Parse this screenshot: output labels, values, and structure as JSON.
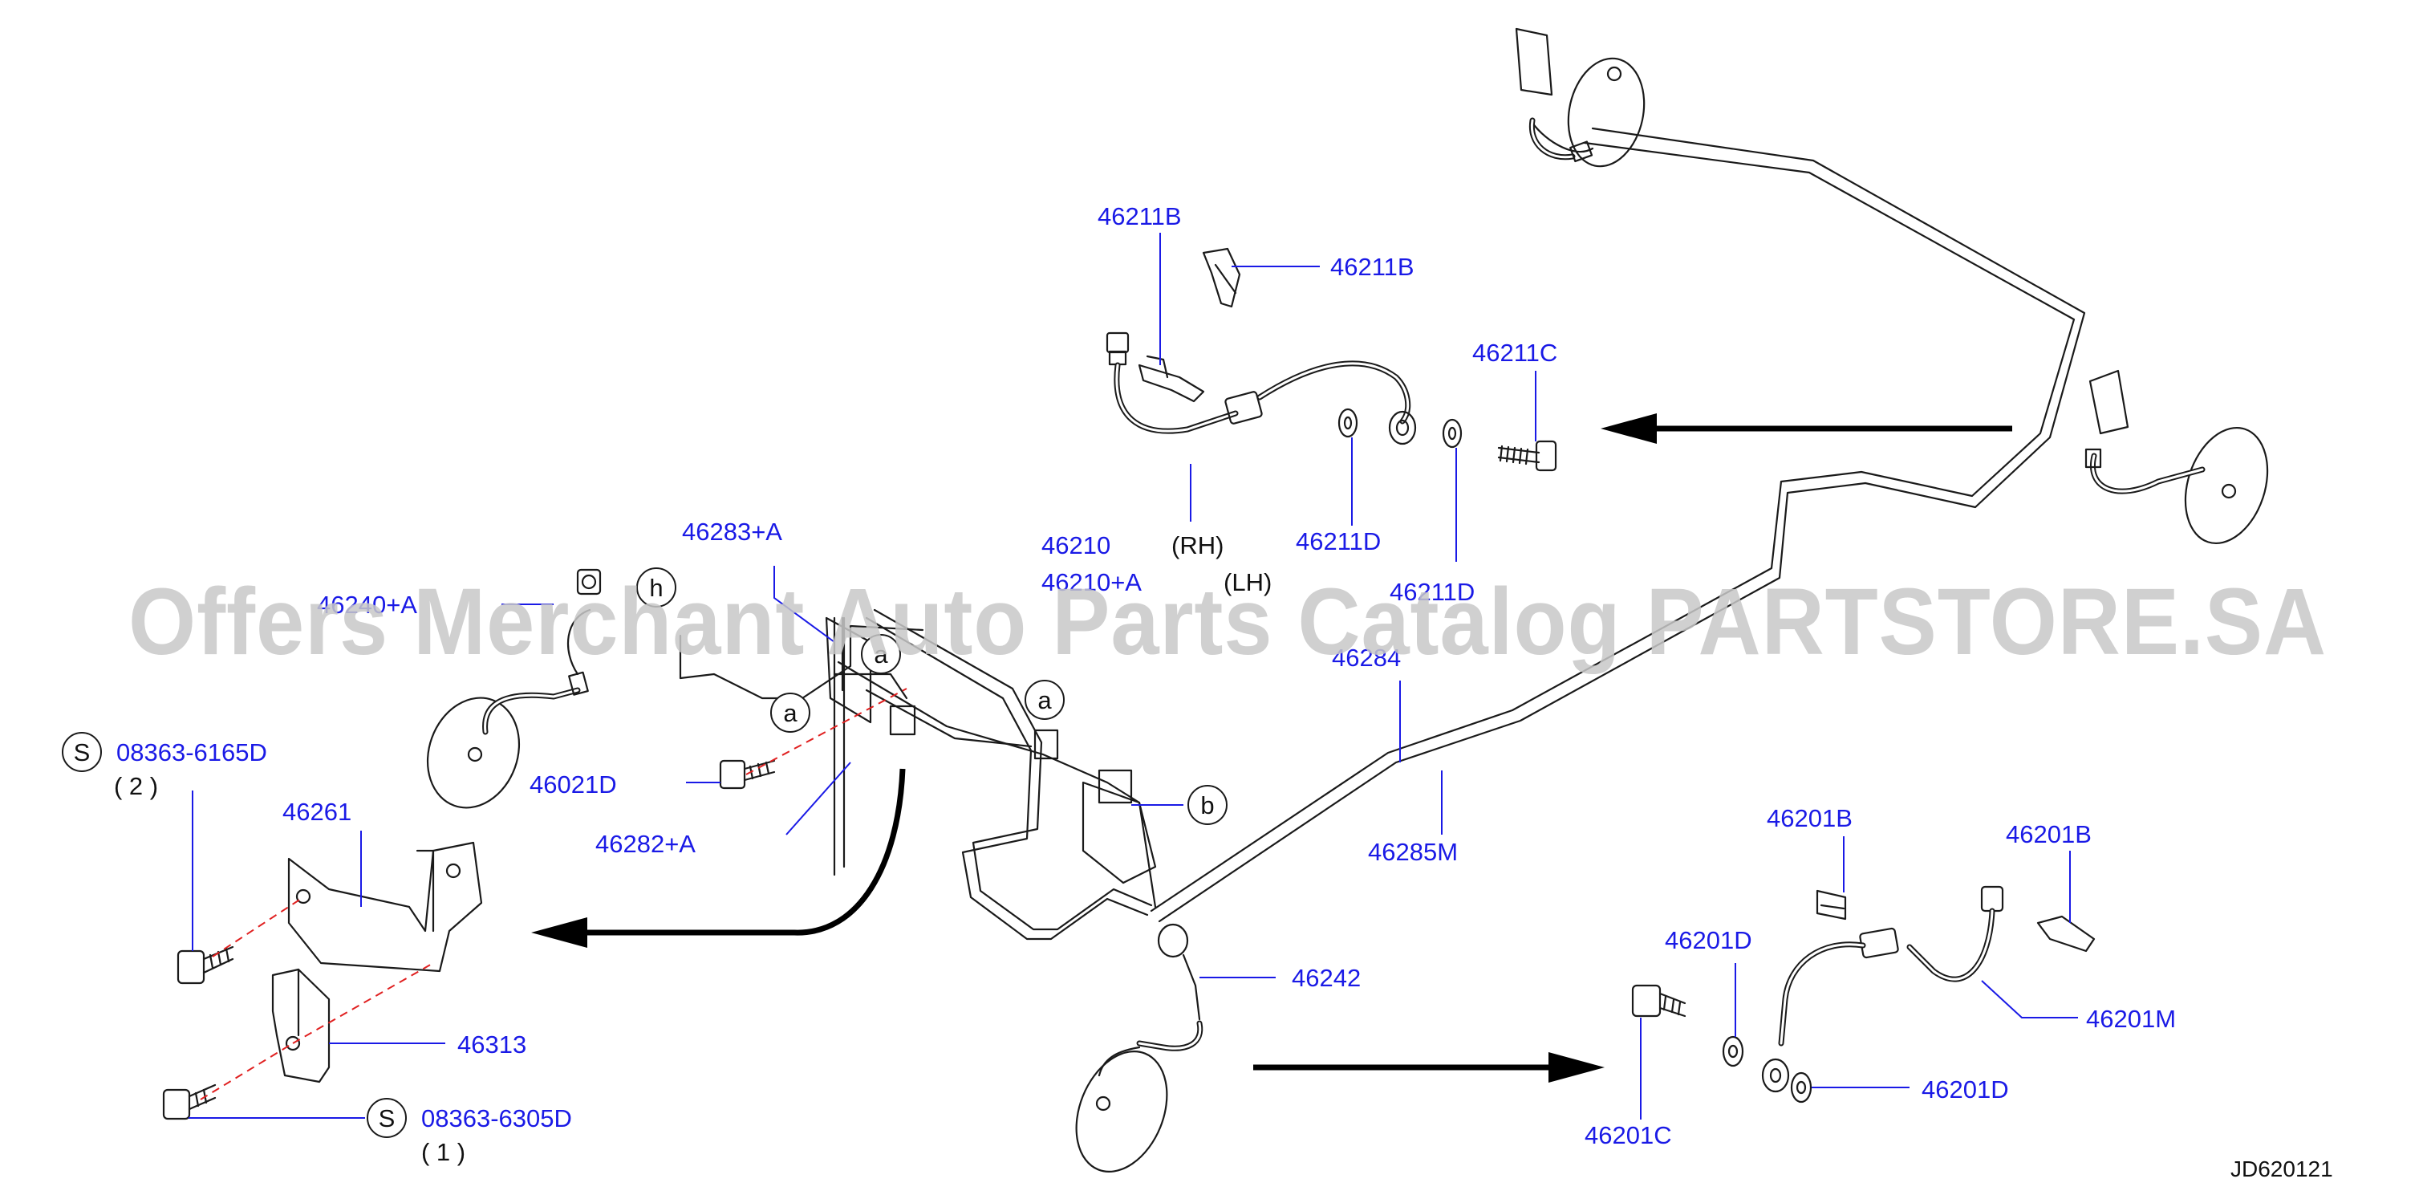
{
  "watermark": "Offers Merchant Auto Parts Catalog PARTSTORE.SA",
  "diagram_code": "JD620121",
  "parts": {
    "p46211B_a": "46211B",
    "p46211B_b": "46211B",
    "p46211C": "46211C",
    "p46210": "46210",
    "p46210_rh": "(RH)",
    "p46210A": "46210+A",
    "p46210A_lh": "(LH)",
    "p46211D_a": "46211D",
    "p46211D_b": "46211D",
    "p46283A": "46283+A",
    "p46240A": "46240+A",
    "p46284": "46284",
    "p46285M": "46285M",
    "p46021D": "46021D",
    "p46282A": "46282+A",
    "p08363_6165D": "08363-6165D",
    "p08363_6165D_qty": "( 2 )",
    "p46261": "46261",
    "p46313": "46313",
    "p08363_6305D": "08363-6305D",
    "p08363_6305D_qty": "( 1 )",
    "p46242": "46242",
    "p46201B_a": "46201B",
    "p46201B_b": "46201B",
    "p46201D_a": "46201D",
    "p46201D_b": "46201D",
    "p46201M": "46201M",
    "p46201C": "46201C"
  },
  "callouts": {
    "a1": "a",
    "a2": "a",
    "a3": "a",
    "b": "b",
    "h": "h",
    "s1": "S",
    "s2": "S"
  },
  "colors": {
    "part_number": "#1a1ae6",
    "line": "#1a1a1a",
    "dashed_alignment": "#e02020",
    "watermark": "#c8c8c8"
  }
}
